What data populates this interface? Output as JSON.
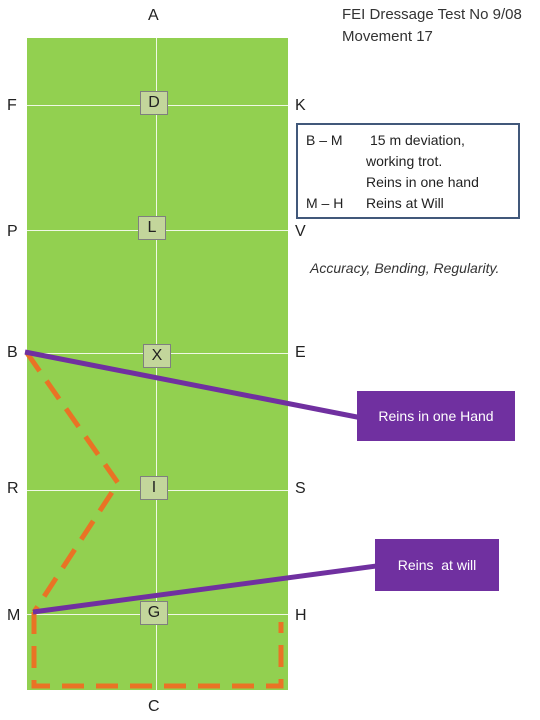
{
  "title": {
    "line1": "FEI Dressage Test No 9/08",
    "line2": "Movement 17"
  },
  "arena": {
    "color": "#92d050",
    "end_letters": {
      "top": "A",
      "bottom": "C"
    },
    "left_letters": [
      "F",
      "P",
      "B",
      "R",
      "M"
    ],
    "right_letters": [
      "K",
      "V",
      "E",
      "S",
      "H"
    ],
    "centerline_markers": [
      "D",
      "L",
      "X",
      "I",
      "G"
    ]
  },
  "instructions": {
    "row1_code": "B – M",
    "row1_text": "15 m deviation,",
    "row2_text": "working trot.",
    "row3_text": "Reins in one hand",
    "row4_code": "M – H",
    "row4_text": "Reins at Will",
    "border_color": "#41587a"
  },
  "criteria": "Accuracy, Bending, Regularity.",
  "callouts": {
    "one_hand": "Reins in one Hand",
    "at_will": "Reins  at will",
    "color": "#7030a0"
  },
  "path_color": "#e97325"
}
